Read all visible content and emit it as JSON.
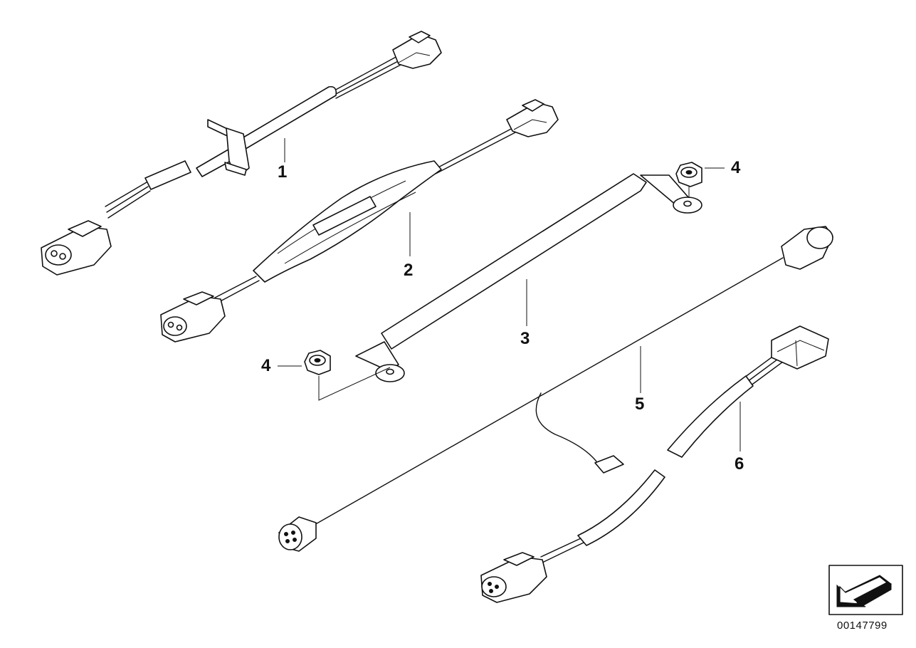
{
  "diagram": {
    "callouts": [
      {
        "id": "c1",
        "text": "1"
      },
      {
        "id": "c2",
        "text": "2"
      },
      {
        "id": "c3",
        "text": "3"
      },
      {
        "id": "c4a",
        "text": "4"
      },
      {
        "id": "c4b",
        "text": "4"
      },
      {
        "id": "c5",
        "text": "5"
      },
      {
        "id": "c6",
        "text": "6"
      }
    ],
    "image_number": "00147799",
    "direction_icon": "arrow-left-down-icon"
  }
}
